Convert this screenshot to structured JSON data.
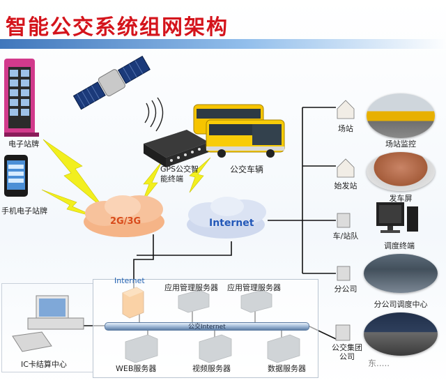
{
  "title": "智能公交系统组网架构",
  "clouds": {
    "mobile": "2G/3G",
    "internet": "Internet"
  },
  "devices": {
    "e_stop_sign": "电子站牌",
    "mobile_stop_sign": "手机电子站牌",
    "gps_terminal": "GPS公交智能终端",
    "bus": "公交车辆"
  },
  "center": {
    "internet_label": "Internet",
    "app_server_1": "应用管理服务器",
    "app_server_2": "应用管理服务器",
    "bus_network": "公交Internet",
    "web_server": "WEB服务器",
    "video_server": "视频服务器",
    "data_server": "数据服务器",
    "ic_center": "IC卡结算中心"
  },
  "branches": [
    {
      "node": "场站",
      "photo": "场站监控"
    },
    {
      "node": "始发站",
      "photo": "发车屏"
    },
    {
      "node": "车/站队",
      "photo": "调度终端"
    },
    {
      "node": "分公司",
      "photo": "分公司调度中心"
    },
    {
      "node": "公交集团公司",
      "photo": ""
    }
  ],
  "watermark": "东.....",
  "colors": {
    "title": "#d4141c",
    "cloud_text": "#d84a1a",
    "internet_text": "#2358b8",
    "lightning": "#f2ef1e"
  }
}
